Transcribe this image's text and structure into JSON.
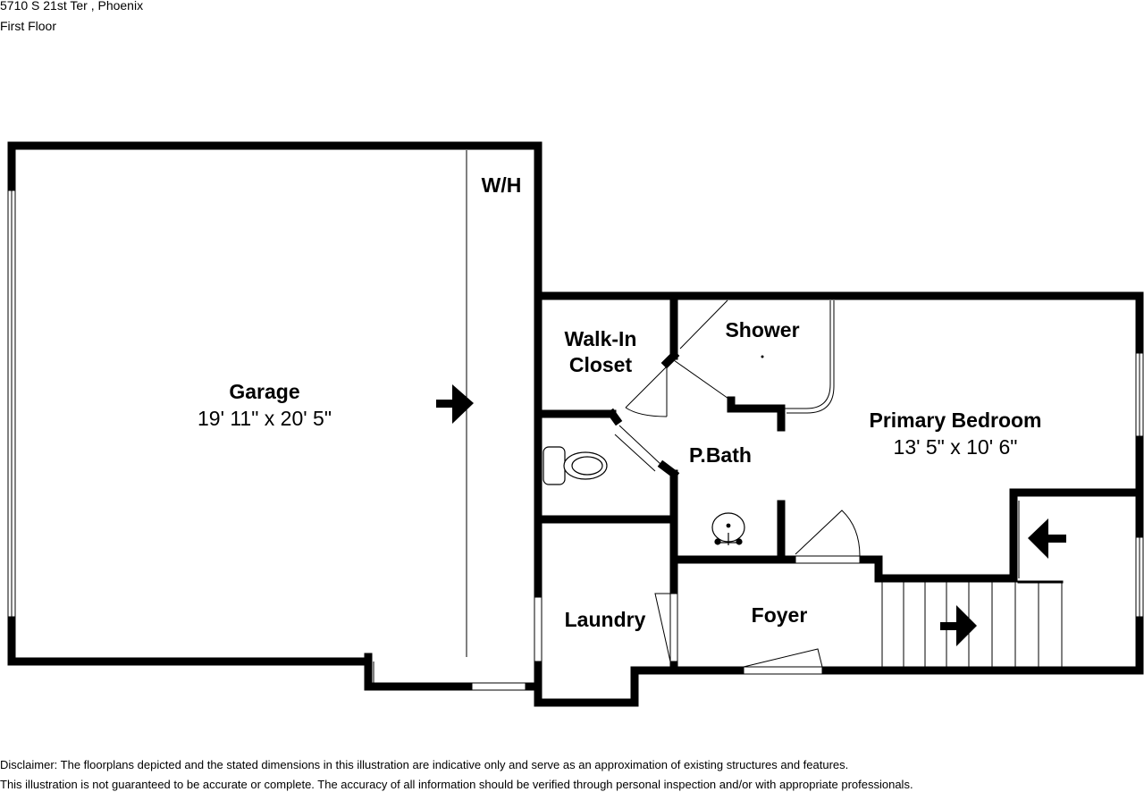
{
  "header": {
    "address": "5710 S 21st Ter , Phoenix",
    "floor": "First Floor"
  },
  "rooms": {
    "garage": {
      "name": "Garage",
      "dims": "19' 11\" x 20' 5\""
    },
    "water_heater": {
      "name": "W/H"
    },
    "walk_in_closet": {
      "line1": "Walk-In",
      "line2": "Closet"
    },
    "shower": {
      "name": "Shower"
    },
    "primary_bedroom": {
      "name": "Primary Bedroom",
      "dims": "13' 5\" x 10' 6\""
    },
    "p_bath": {
      "name": "P.Bath"
    },
    "laundry": {
      "name": "Laundry"
    },
    "foyer": {
      "name": "Foyer"
    }
  },
  "disclaimer": {
    "line1": "Disclaimer: The floorplans depicted and the stated dimensions in this illustration are indicative only and serve as an approximation of existing structures and features.",
    "line2": "This illustration is not guaranteed to be accurate or complete. The accuracy of all information should be verified through personal inspection and/or with appropriate professionals."
  },
  "colors": {
    "wall": "#000000",
    "background": "#ffffff",
    "fixture": "#555555"
  }
}
